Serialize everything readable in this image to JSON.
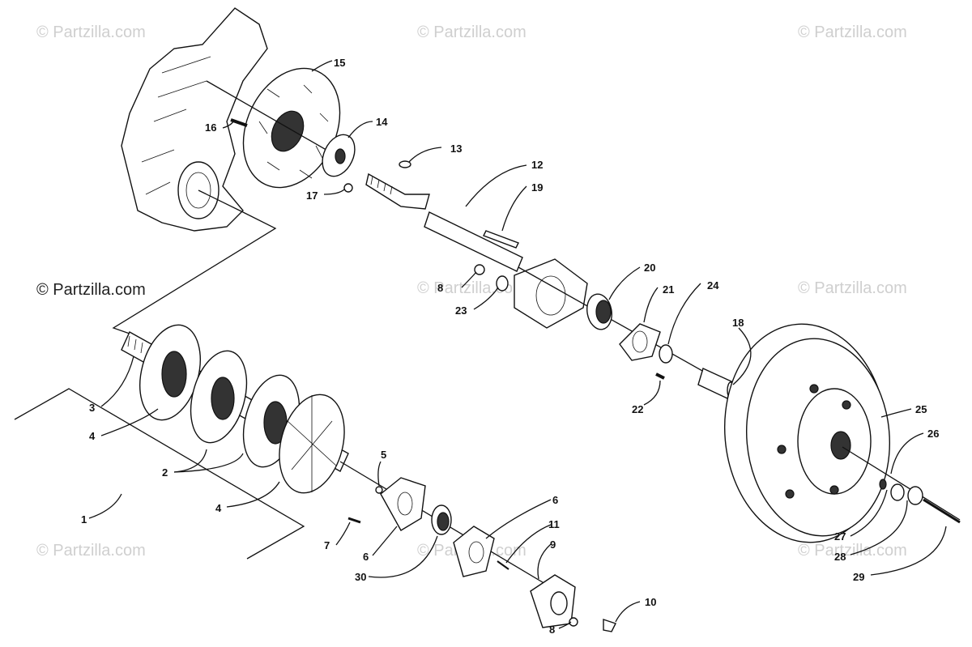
{
  "watermarks": [
    "© Partzilla.com",
    "© Partzilla.com",
    "© Partzilla.com",
    "© Partzilla.com",
    "© Partzilla.com",
    "© Partzilla.com",
    "© Partzilla.com",
    "© Partzilla.com"
  ],
  "watermark_dark": "© Partzilla.com",
  "callouts": {
    "c1": "1",
    "c2": "2",
    "c3": "3",
    "c4a": "4",
    "c4b": "4",
    "c5": "5",
    "c6a": "6",
    "c6b": "6",
    "c7": "7",
    "c8a": "8",
    "c8b": "8",
    "c9": "9",
    "c10": "10",
    "c11": "11",
    "c12": "12",
    "c13": "13",
    "c14": "14",
    "c15": "15",
    "c16": "16",
    "c17": "17",
    "c18": "18",
    "c19": "19",
    "c20": "20",
    "c21": "21",
    "c22": "22",
    "c23": "23",
    "c24": "24",
    "c25": "25",
    "c26": "26",
    "c27": "27",
    "c28": "28",
    "c29": "29",
    "c30": "30"
  }
}
